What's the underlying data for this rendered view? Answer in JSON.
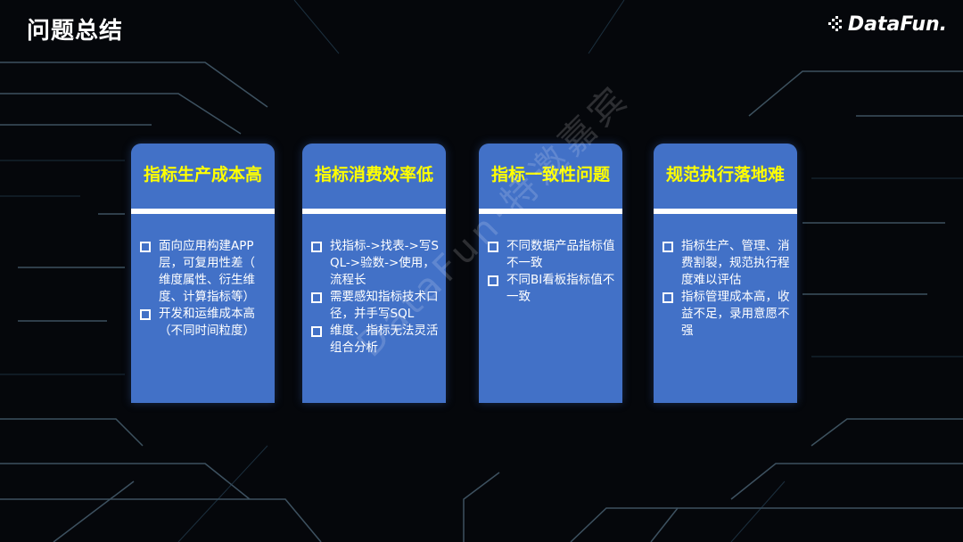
{
  "slide": {
    "title": "问题总结"
  },
  "logo": {
    "text": "DataFun."
  },
  "watermark": {
    "text": "DataFun·特邀嘉宾"
  },
  "colors": {
    "card": "#4271c7",
    "title_text": "#ffff00",
    "separator": "#ffffff",
    "background": "#05070b"
  },
  "cards": [
    {
      "title": "指标生产成本高",
      "bullets": [
        "面向应用构建APP层，可复用性差（ 维度属性、衍生维度、计算指标等）",
        "开发和运维成本高（不同时间粒度）"
      ]
    },
    {
      "title": "指标消费效率低",
      "bullets": [
        "找指标->找表->写SQL->验数->使用，流程长",
        "需要感知指标技术口径，并手写SQL",
        "维度、指标无法灵活组合分析"
      ]
    },
    {
      "title": "指标一致性问题",
      "bullets": [
        "不同数据产品指标值不一致",
        "不同BI看板指标值不一致"
      ]
    },
    {
      "title": "规范执行落地难",
      "bullets": [
        "指标生产、管理、消费割裂，规范执行程度难以评估",
        "指标管理成本高，收益不足，录用意愿不强"
      ]
    }
  ]
}
